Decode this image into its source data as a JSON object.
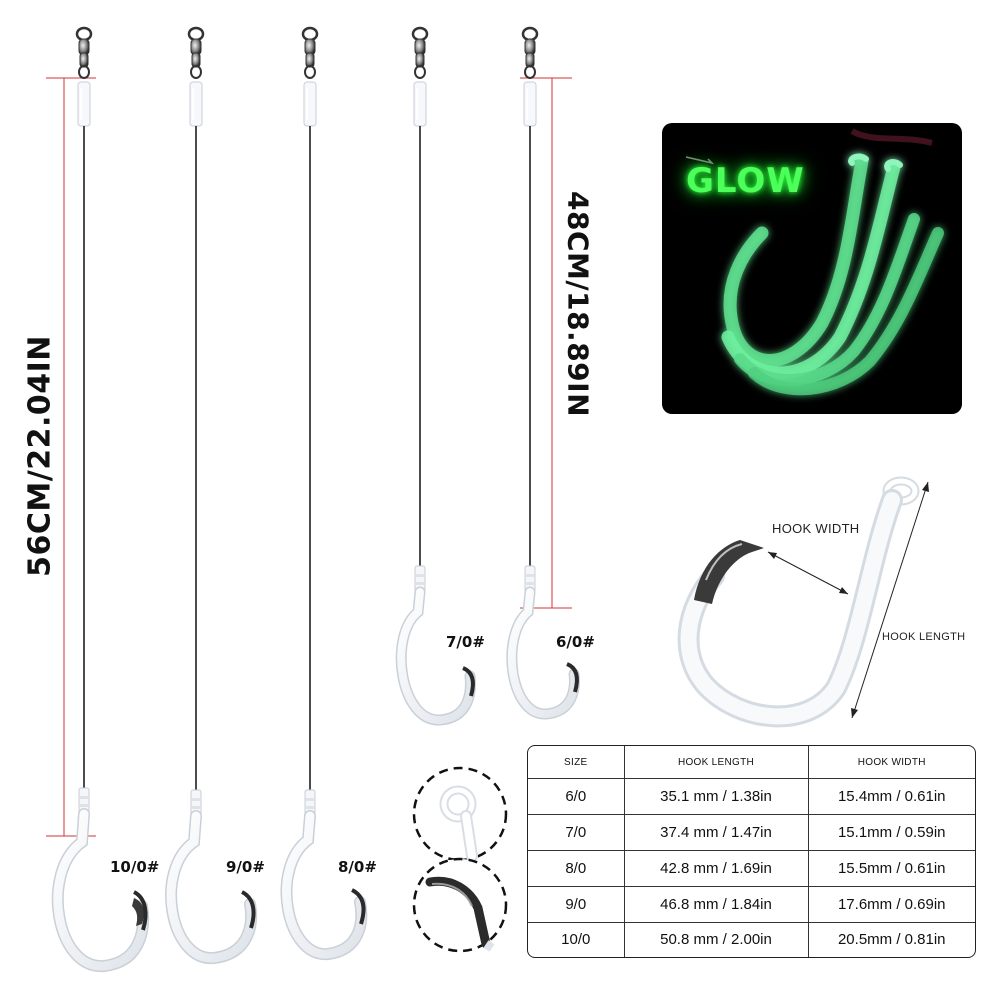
{
  "dimensions": {
    "long_length": "56CM/22.04IN",
    "short_length": "48CM/18.89IN"
  },
  "rigs": [
    {
      "size_label": "10/0#"
    },
    {
      "size_label": "9/0#"
    },
    {
      "size_label": "8/0#"
    },
    {
      "size_label": "7/0#"
    },
    {
      "size_label": "6/0#"
    }
  ],
  "glow_panel": {
    "word": "GLOW",
    "glow_color": "#4cff5a"
  },
  "diagram": {
    "hook_width_label": "HOOK WIDTH",
    "hook_length_label": "HOOK LENGTH"
  },
  "table": {
    "headers": [
      "SIZE",
      "HOOK LENGTH",
      "HOOK WIDTH"
    ],
    "rows": [
      [
        "6/0",
        "35.1 mm / 1.38in",
        "15.4mm / 0.61in"
      ],
      [
        "7/0",
        "37.4 mm / 1.47in",
        "15.1mm / 0.59in"
      ],
      [
        "8/0",
        "42.8 mm / 1.69in",
        "15.5mm / 0.61in"
      ],
      [
        "9/0",
        "46.8 mm / 1.84in",
        "17.6mm / 0.69in"
      ],
      [
        "10/0",
        "50.8 mm / 2.00in",
        "20.5mm / 0.81in"
      ]
    ]
  },
  "colors": {
    "dimension_line": "#d33333",
    "hook": "#f4f6f9",
    "leader": "#111111"
  }
}
